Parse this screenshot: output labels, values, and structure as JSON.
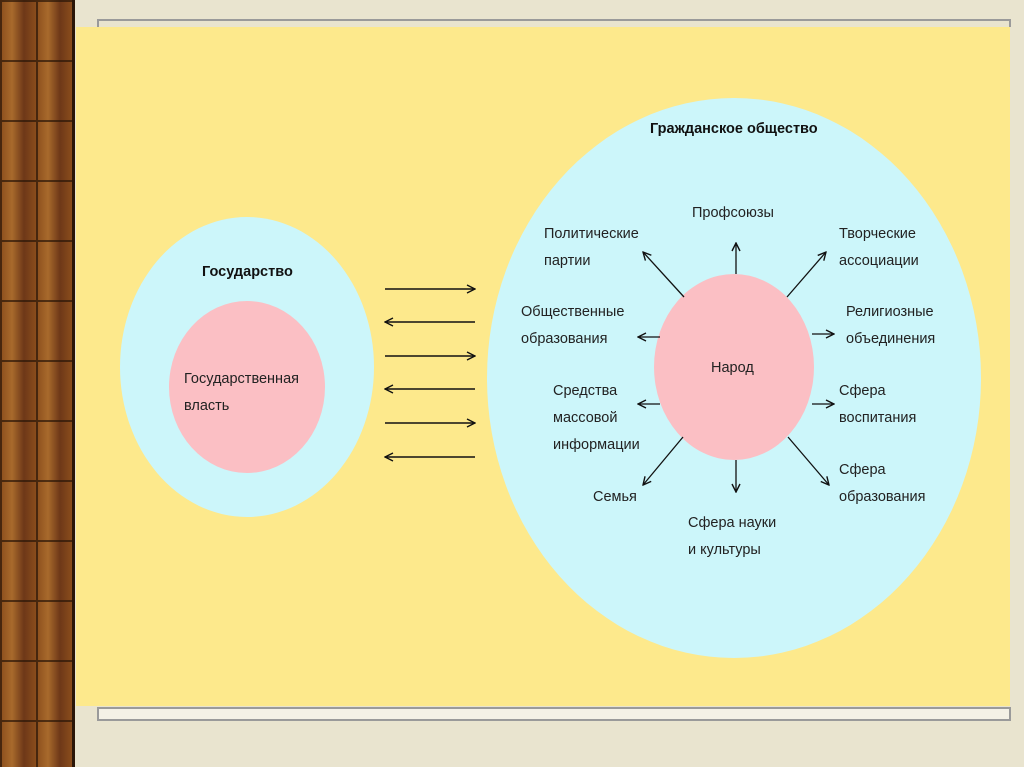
{
  "state": {
    "outer_label": "Государство",
    "inner_label": "Государственная\nвласть"
  },
  "civil_society": {
    "outer_label": "Гражданское общество",
    "core_label": "Народ",
    "elements": [
      "Профсоюзы",
      "Творческие\nассоциации",
      "Религиозные\nобъединения",
      "Сфера\nвоспитания",
      "Сфера\nобразования",
      "Сфера науки\nи культуры",
      "Семья",
      "Средства\nмассовой\nинформации",
      "Общественные\nобразования",
      "Политические\nпартии"
    ]
  },
  "interaction_arrows": [
    "right",
    "left",
    "right",
    "left",
    "right",
    "left"
  ],
  "colors": {
    "background": "#fde98c",
    "outer_circle": "#ccf6fa",
    "inner_circle": "#fbbfc4"
  }
}
